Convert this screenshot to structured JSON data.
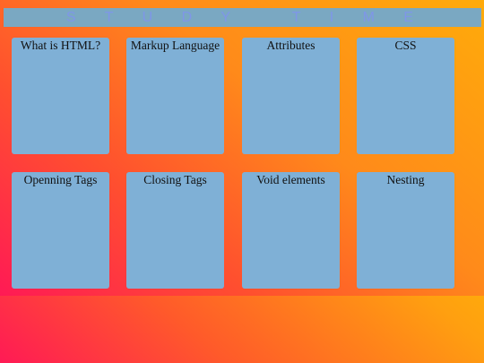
{
  "header": {
    "title": "S T U D Y   T I M E"
  },
  "cards": [
    {
      "label": "What is HTML?"
    },
    {
      "label": "Markup Language"
    },
    {
      "label": "Attributes"
    },
    {
      "label": "CSS"
    },
    {
      "label": "Openning Tags"
    },
    {
      "label": "Closing Tags"
    },
    {
      "label": "Void elements"
    },
    {
      "label": "Nesting"
    }
  ],
  "colors": {
    "header_bg": "#7aa8c2",
    "header_text": "#7f96e8",
    "card_bg": "#7fb0d6"
  }
}
